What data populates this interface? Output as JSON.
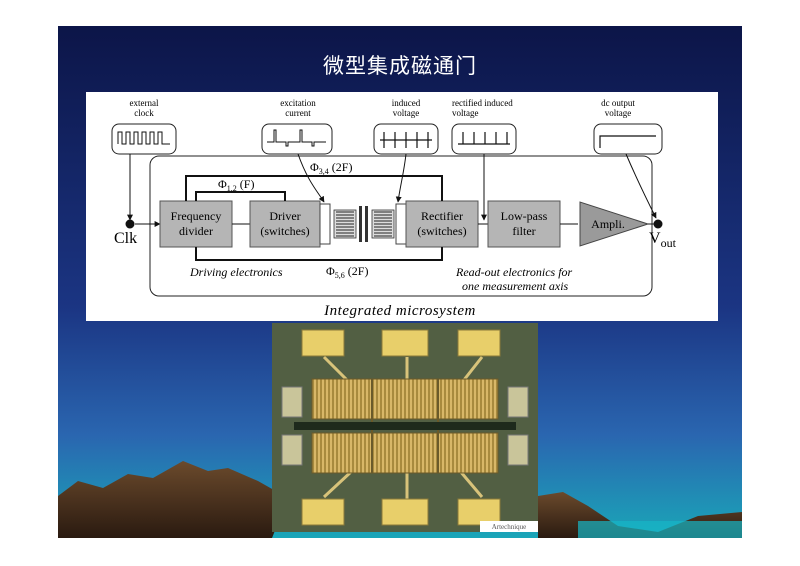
{
  "slide": {
    "title": "微型集成磁通门"
  },
  "diagram": {
    "signals": {
      "external_clock": [
        "external",
        "clock"
      ],
      "excitation_current": [
        "excitation",
        "current"
      ],
      "induced_voltage": [
        "induced",
        "voltage"
      ],
      "rectified_induced_voltage": [
        "rectified induced",
        "voltage"
      ],
      "dc_output_voltage": [
        "dc output",
        "voltage"
      ]
    },
    "blocks": {
      "frequency_divider": [
        "Frequency",
        "divider"
      ],
      "driver": [
        "Driver",
        "(switches)"
      ],
      "rectifier": [
        "Rectifier",
        "(switches)"
      ],
      "low_pass_filter": [
        "Low-pass",
        "filter"
      ],
      "amplifier": "Ampli."
    },
    "phases": {
      "phi12": {
        "symbol": "Φ",
        "sub": "1,2",
        "rest": " (F)"
      },
      "phi34": {
        "symbol": "Φ",
        "sub": "3,4",
        "rest": " (2F)"
      },
      "phi56": {
        "symbol": "Φ",
        "sub": "5,6",
        "rest": " (2F)"
      }
    },
    "terminals": {
      "clk": "Clk",
      "vout_main": "V",
      "vout_sub": "out"
    },
    "labels": {
      "driving_electronics": "Driving electronics",
      "readout_line1": "Read-out electronics for",
      "readout_line2": "one measurement axis",
      "integrated_microsystem": "Integrated microsystem"
    }
  },
  "chip_photo": {
    "watermark": "Artechnique"
  },
  "colors": {
    "sky_top": "#0c1548",
    "sky_mid": "#1f3f8c",
    "sea": "#1aa6b8",
    "block_fill": "#b5b5b5",
    "chip_bg": "#5d6a4a",
    "pad_gold": "#e8cf6a"
  }
}
